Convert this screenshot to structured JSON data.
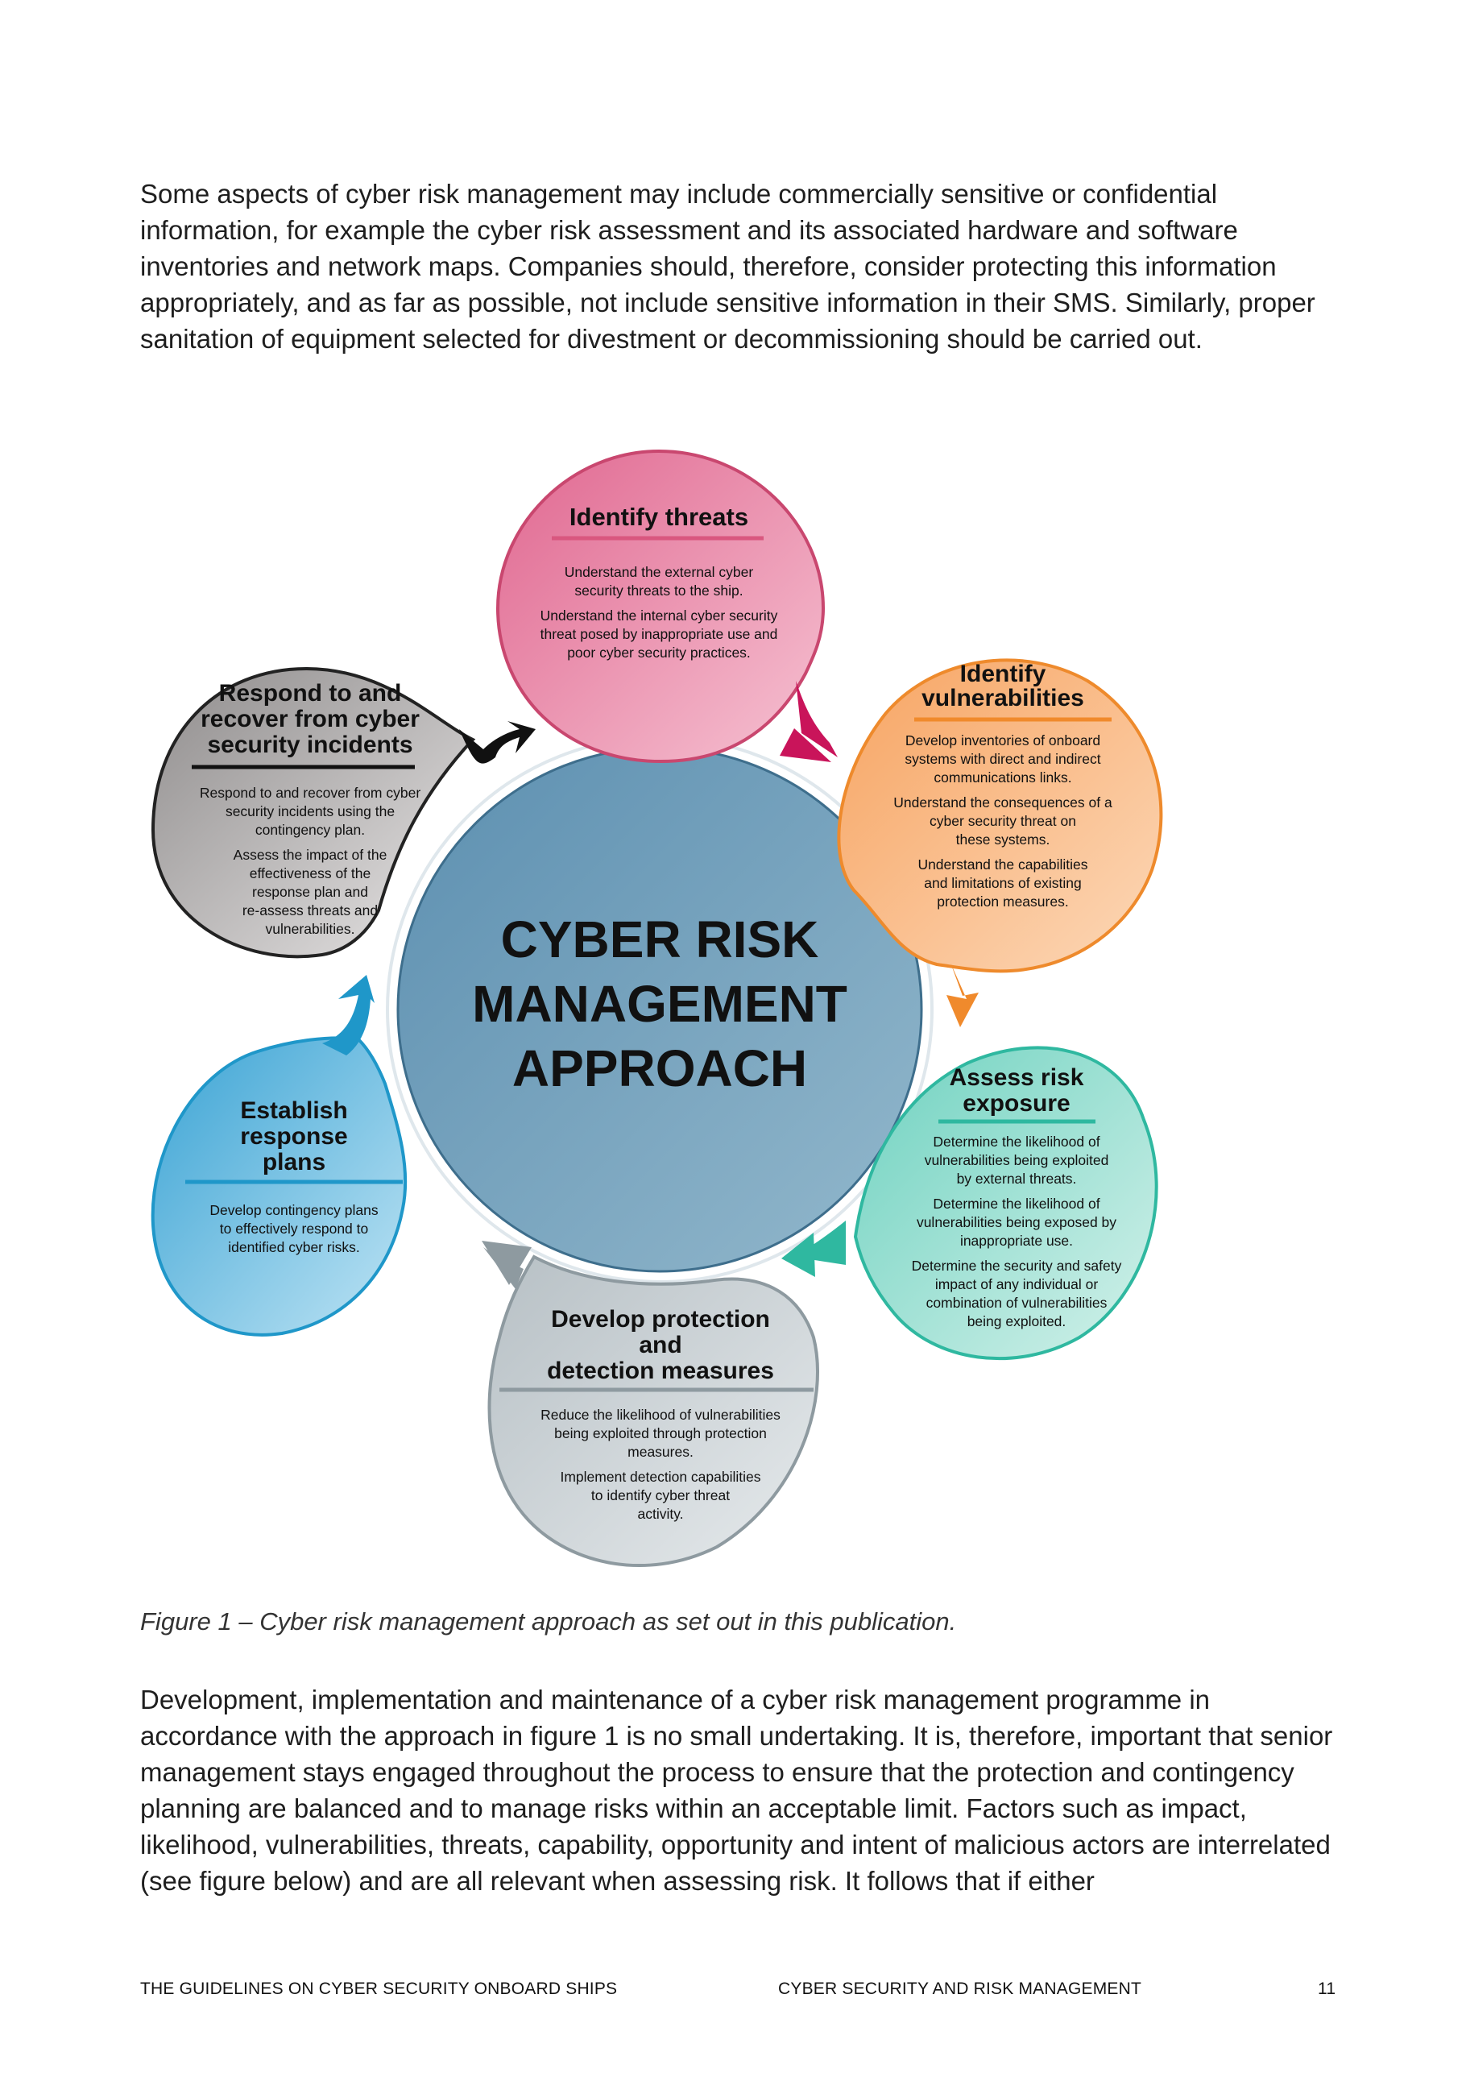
{
  "intro_text": "Some aspects of cyber risk management may include commercially sensitive or confidential information, for example the cyber risk assessment and its associated hardware and software inventories and network maps. Companies should, therefore, consider protecting this information appropriately, and as far as possible, not include sensitive information in their SMS. Similarly, proper sanitation of equipment selected for divestment or decommissioning should be carried out.",
  "diagram": {
    "center": [
      "CYBER RISK",
      "MANAGEMENT",
      "APPROACH"
    ],
    "steps": [
      {
        "id": "identify-threats",
        "title": [
          "Identify threats"
        ],
        "body": [
          "Understand the external cyber",
          "security threats to the ship.",
          "Understand the internal cyber security",
          "threat posed by inappropriate use and",
          "poor cyber security practices."
        ],
        "color": "#d9577f"
      },
      {
        "id": "identify-vulnerabilities",
        "title": [
          "Identify",
          "vulnerabilities"
        ],
        "body": [
          "Develop inventories of onboard",
          "systems with direct and indirect",
          "communications links.",
          "Understand the consequences of a",
          "cyber security threat on",
          "these systems.",
          "Understand the capabilities",
          "and limitations of existing",
          "protection measures."
        ],
        "color": "#f08a2c"
      },
      {
        "id": "assess-risk-exposure",
        "title": [
          "Assess risk",
          "exposure"
        ],
        "body": [
          "Determine the likelihood of",
          "vulnerabilities being exploited",
          "by external threats.",
          "Determine the likelihood of",
          "vulnerabilities being exposed by",
          "inappropriate use.",
          "Determine the security and safety",
          "impact of any individual or",
          "combination of vulnerabilities",
          "being exploited."
        ],
        "color": "#2fb8a0"
      },
      {
        "id": "develop-protection",
        "title": [
          "Develop protection",
          "and",
          "detection measures"
        ],
        "body": [
          "Reduce the likelihood of vulnerabilities",
          "being exploited through protection",
          "measures.",
          "Implement detection capabilities",
          "to identify cyber threat",
          "activity."
        ],
        "color": "#8e9aa0"
      },
      {
        "id": "establish-response-plans",
        "title": [
          "Establish",
          "response",
          "plans"
        ],
        "body": [
          "Develop contingency plans",
          "to effectively respond to",
          "identified cyber risks."
        ],
        "color": "#1f97c9"
      },
      {
        "id": "respond-and-recover",
        "title": [
          "Respond to and",
          "recover from cyber",
          "security incidents"
        ],
        "body": [
          "Respond to and recover from cyber",
          "security incidents using the",
          "contingency plan.",
          "Assess the impact of the",
          "effectiveness of the",
          "response plan and",
          "re-assess threats and",
          "vulnerabilities."
        ],
        "color": "#111111"
      }
    ]
  },
  "caption": "Figure 1 – Cyber risk management approach as set out in this publication.",
  "body_text": "Development, implementation and maintenance of a cyber risk management programme in accordance with the approach in figure 1 is no small undertaking. It is, therefore, important that senior management stays engaged throughout the process to ensure that the protection and contingency planning are balanced and to manage risks within an acceptable limit. Factors such as impact, likelihood, vulnerabilities, threats, capability, opportunity and intent of malicious actors are interrelated (see figure below) and are all relevant when assessing risk. It follows that if either",
  "footer": {
    "left": "THE GUIDELINES ON CYBER SECURITY ONBOARD SHIPS",
    "center": "CYBER SECURITY AND RISK MANAGEMENT",
    "page": "11"
  }
}
